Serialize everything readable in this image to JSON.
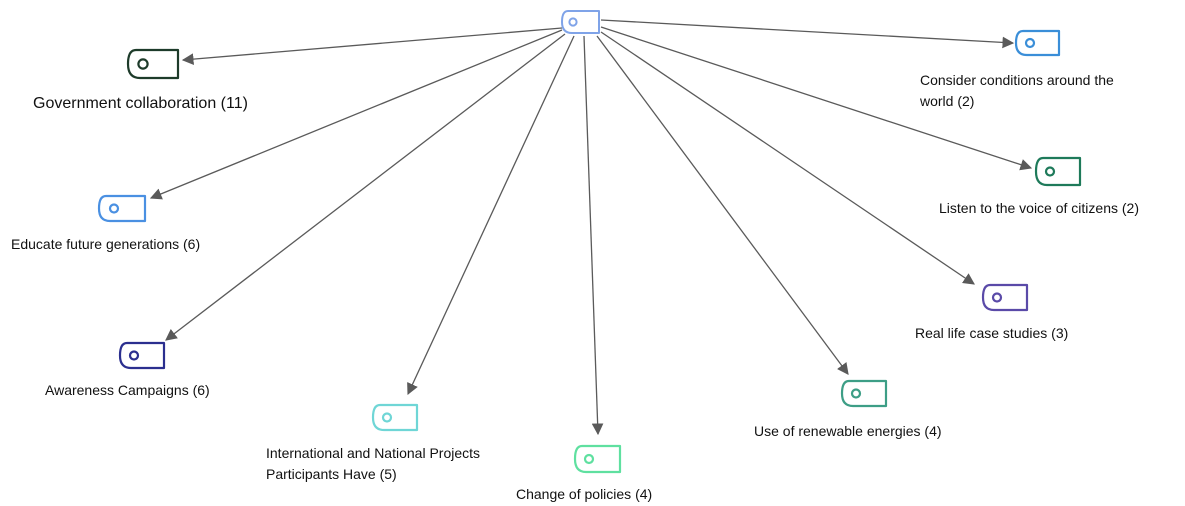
{
  "colors": {
    "edge": "#5a5a5a",
    "root": "#7fa3e8"
  },
  "root": {
    "icon": "tag-icon",
    "label": ""
  },
  "nodes": [
    {
      "id": "government-collaboration",
      "label": "Government collaboration (11)",
      "color": "#1d3b2a",
      "icon": "tag-icon"
    },
    {
      "id": "educate-future-generations",
      "label": "Educate future generations (6)",
      "color": "#4a90e2",
      "icon": "tag-icon"
    },
    {
      "id": "awareness-campaigns",
      "label": "Awareness Campaigns (6)",
      "color": "#2b2f8f",
      "icon": "tag-icon"
    },
    {
      "id": "international-national-projects",
      "label_line1": "International and National Projects",
      "label_line2": "Participants Have (5)",
      "color": "#6fd6d6",
      "icon": "tag-icon"
    },
    {
      "id": "change-of-policies",
      "label": "Change of policies (4)",
      "color": "#5fe0a0",
      "icon": "tag-icon"
    },
    {
      "id": "use-of-renewable-energies",
      "label": "Use of renewable energies (4)",
      "color": "#3d9e86",
      "icon": "tag-icon"
    },
    {
      "id": "real-life-case-studies",
      "label": "Real life case studies (3)",
      "color": "#5a4aa8",
      "icon": "tag-icon"
    },
    {
      "id": "listen-to-citizens",
      "label": "Listen to the voice of citizens (2)",
      "color": "#1e7a5a",
      "icon": "tag-icon"
    },
    {
      "id": "consider-conditions",
      "label_line1": "Consider conditions around the",
      "label_line2": "world (2)",
      "color": "#3a8ed8",
      "icon": "tag-icon"
    }
  ]
}
